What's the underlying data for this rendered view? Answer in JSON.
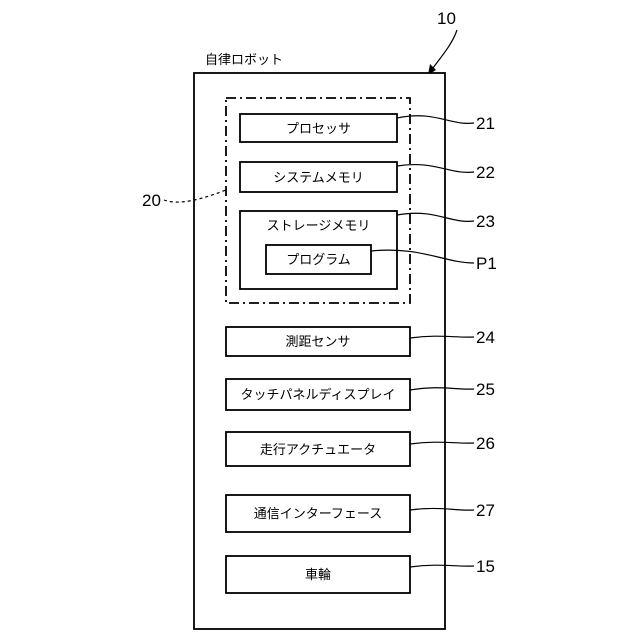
{
  "figure": {
    "device_ref": "10",
    "device_label": "自律ロボット",
    "controller_ref": "20",
    "components": {
      "processor": {
        "label": "プロセッサ",
        "ref": "21"
      },
      "system_memory": {
        "label": "システムメモリ",
        "ref": "22"
      },
      "storage_memory": {
        "label": "ストレージメモリ",
        "ref": "23"
      },
      "program": {
        "label": "プログラム",
        "ref": "P1"
      },
      "range_sensor": {
        "label": "測距センサ",
        "ref": "24"
      },
      "touch_panel": {
        "label": "タッチパネルディスプレイ",
        "ref": "25"
      },
      "actuator": {
        "label": "走行アクチュエータ",
        "ref": "26"
      },
      "comm_interface": {
        "label": "通信インターフェース",
        "ref": "27"
      },
      "wheels": {
        "label": "車輪",
        "ref": "15"
      }
    }
  }
}
